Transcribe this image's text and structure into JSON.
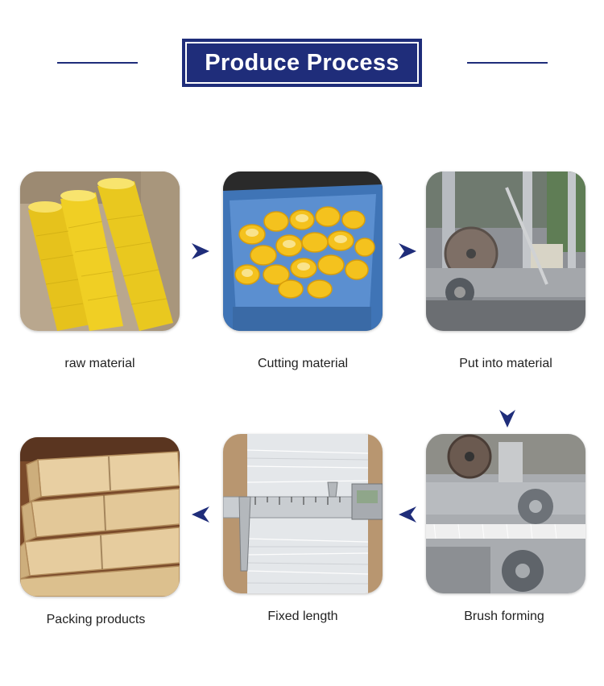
{
  "header": {
    "title": "Produce Process"
  },
  "colors": {
    "accent": "#1f2d7a"
  },
  "steps": [
    {
      "label": "raw material",
      "image": "yellow-filament-rolls"
    },
    {
      "label": "Cutting material",
      "image": "cut-yellow-rolls-in-blue-crate"
    },
    {
      "label": "Put into material",
      "image": "brush-machine-feeder"
    },
    {
      "label": "Brush forming",
      "image": "brush-strip-forming-machine"
    },
    {
      "label": "Fixed length",
      "image": "caliper-measuring-filaments"
    },
    {
      "label": "Packing products",
      "image": "wooden-packing-crates"
    }
  ],
  "arrows": [
    "arrow-right-icon",
    "arrow-right-icon",
    "arrow-down-icon",
    "arrow-left-icon",
    "arrow-left-icon"
  ]
}
